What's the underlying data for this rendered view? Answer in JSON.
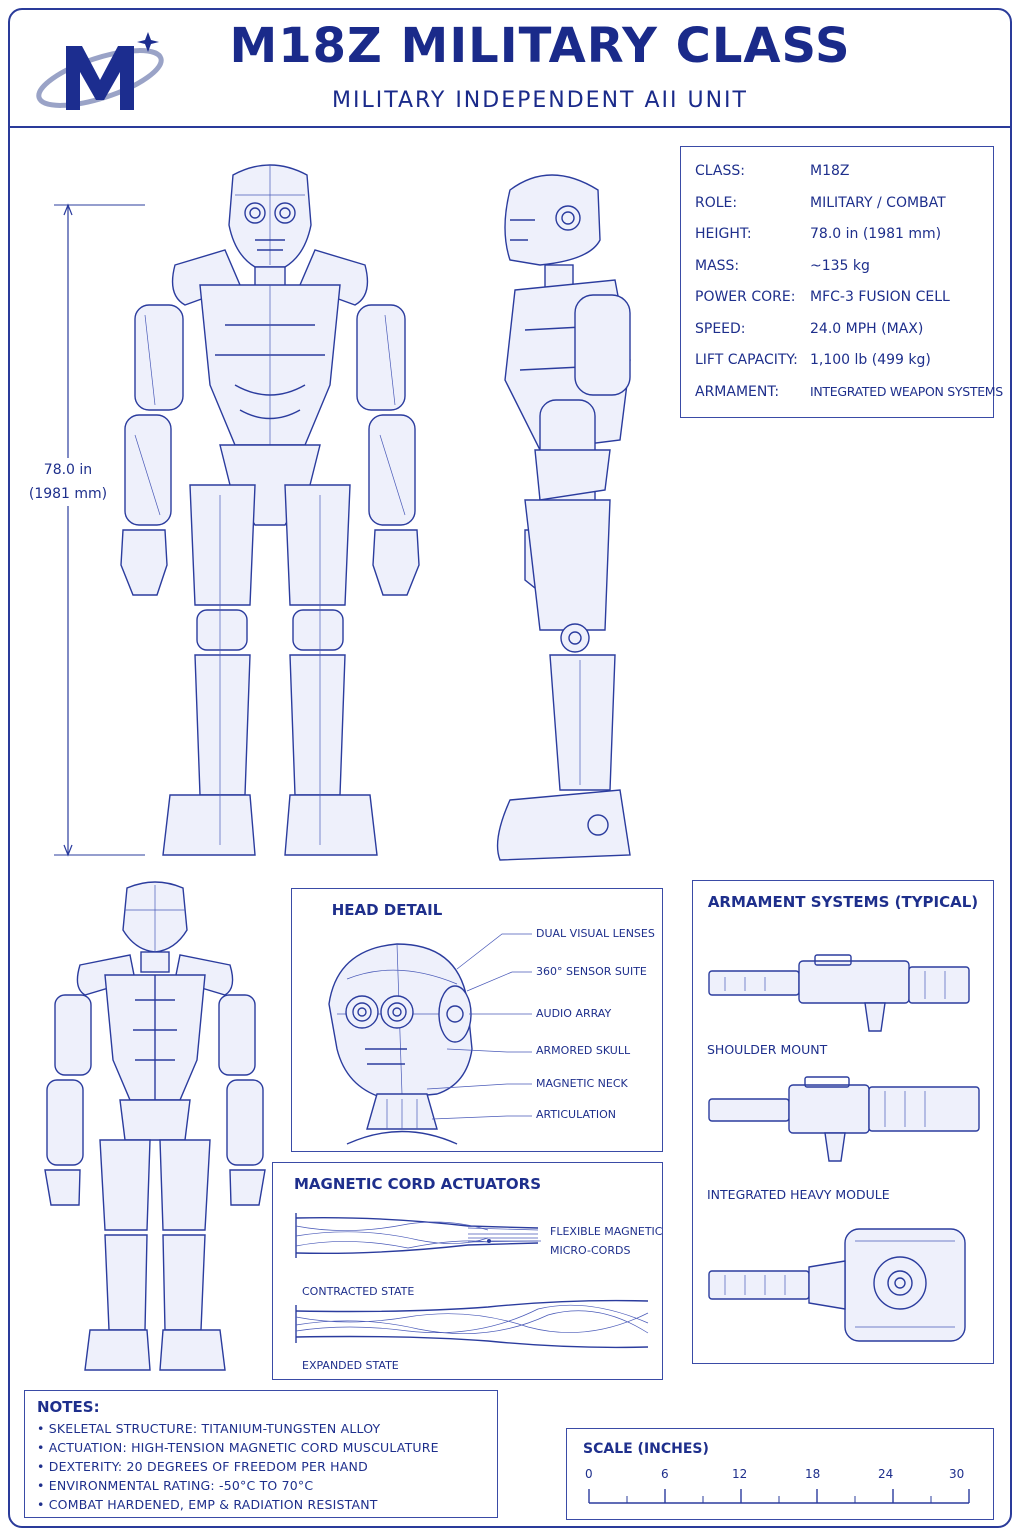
{
  "header": {
    "title": "M18Z MILITARY CLASS",
    "subtitle": "MILITARY INDEPENDENT AII UNIT",
    "logo_letter": "M"
  },
  "height_dimension": {
    "line1": "78.0 in",
    "line2": "(1981 mm)"
  },
  "specs": [
    {
      "label": "CLASS:",
      "value": "M18Z"
    },
    {
      "label": "ROLE:",
      "value": "MILITARY / COMBAT"
    },
    {
      "label": "HEIGHT:",
      "value": "78.0 in (1981 mm)"
    },
    {
      "label": "MASS:",
      "value": "~135 kg"
    },
    {
      "label": "POWER CORE:",
      "value": "MFC-3 FUSION CELL"
    },
    {
      "label": "SPEED:",
      "value": "24.0 MPH (MAX)"
    },
    {
      "label": "LIFT CAPACITY:",
      "value": "1,100 lb (499 kg)"
    },
    {
      "label": "ARMAMENT:",
      "value": "INTEGRATED WEAPON SYSTEMS"
    }
  ],
  "head_detail": {
    "title": "HEAD DETAIL",
    "callouts": [
      "DUAL VISUAL LENSES",
      "360° SENSOR SUITE",
      "AUDIO ARRAY",
      "ARMORED SKULL",
      "MAGNETIC NECK",
      "ARTICULATION"
    ]
  },
  "actuators": {
    "title": "MAGNETIC CORD ACTUATORS",
    "callout_line1": "FLEXIBLE MAGNETIC",
    "callout_line2": "MICRO-CORDS",
    "contracted_label": "CONTRACTED STATE",
    "expanded_label": "EXPANDED STATE"
  },
  "armament": {
    "title": "ARMAMENT SYSTEMS (TYPICAL)",
    "labels": [
      "SHOULDER MOUNT",
      "INTEGRATED HEAVY MODULE"
    ]
  },
  "notes": {
    "title": "NOTES:",
    "items": [
      "• SKELETAL STRUCTURE: TITANIUM-TUNGSTEN ALLOY",
      "• ACTUATION: HIGH-TENSION MAGNETIC CORD MUSCULATURE",
      "• DEXTERITY: 20 DEGREES OF FREEDOM PER HAND",
      "• ENVIRONMENTAL RATING: -50°C TO 70°C",
      "• COMBAT HARDENED, EMP & RADIATION RESISTANT"
    ]
  },
  "scale": {
    "title": "SCALE (INCHES)",
    "ticks": [
      "0",
      "6",
      "12",
      "18",
      "24",
      "30"
    ]
  },
  "colors": {
    "ink": "#1e2f8c",
    "line": "#2b3c9e",
    "background": "#ffffff"
  }
}
